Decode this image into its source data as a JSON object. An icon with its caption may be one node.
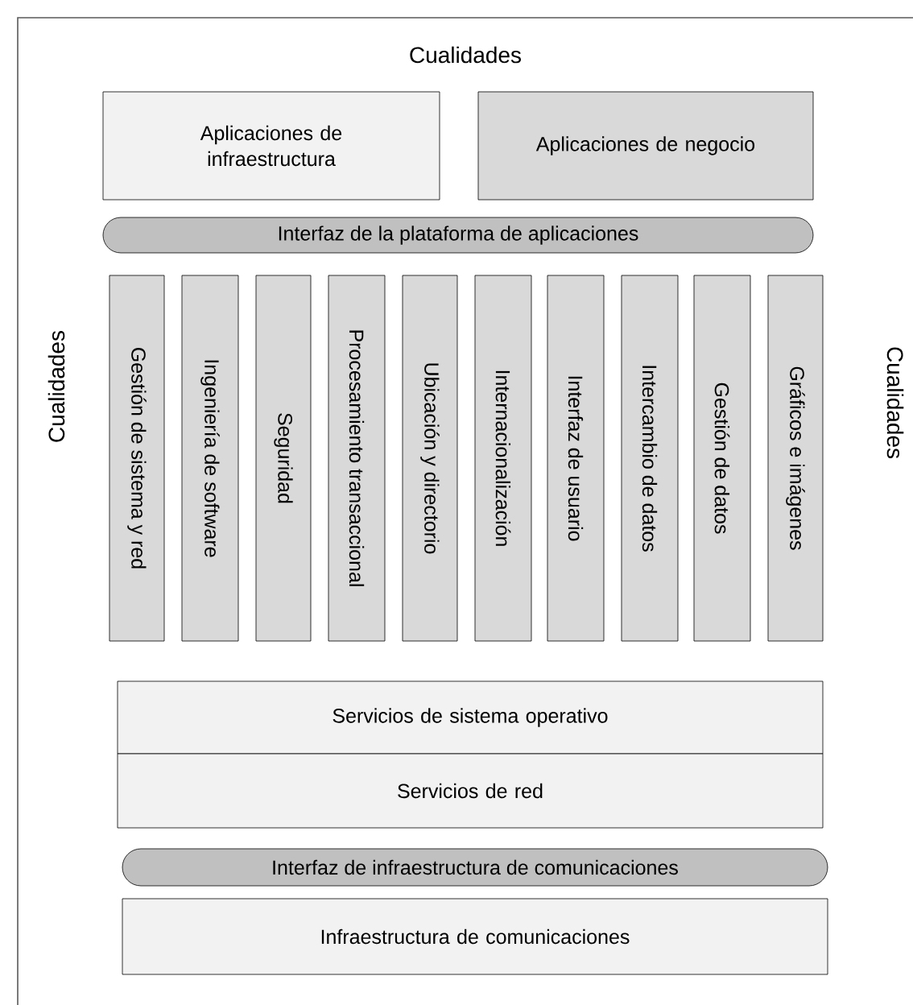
{
  "diagram": {
    "nodes": [
      {
        "text": [
          "Aplicaciones de infraestructura"
        ]
      },
      {
        "text": [
          "Aplicaciones de negocio"
        ]
      },
      {
        "text": [
          "Interfaz de la plataforma de aplicaciones"
        ]
      },
      {
        "text": [
          "Gestión de sistema y red"
        ]
      },
      {
        "text": [
          "Ingeniería de software"
        ]
      },
      {
        "text": [
          "Seguridad"
        ]
      },
      {
        "text": [
          "Procesamiento transaccional"
        ]
      },
      {
        "text": [
          "Ubicación y directorio"
        ]
      },
      {
        "text": [
          "Internacionalización"
        ]
      },
      {
        "text": [
          "Interfaz de usuario"
        ]
      },
      {
        "text": [
          "Intercambio de datos"
        ]
      },
      {
        "text": [
          "Gestión de datos"
        ]
      },
      {
        "text": [
          "Gráficos e imágenes"
        ]
      },
      {
        "text": [
          "Servicios de sistema operativo"
        ]
      },
      {
        "text": [
          "Servicios de red"
        ]
      },
      {
        "text": [
          "Interfaz de infraestructura de comunicaciones"
        ]
      },
      {
        "text": [
          "Infraestructura de comunicaciones"
        ]
      }
    ],
    "labels": [
      "Cualidades",
      "Cualidades",
      "Cualidades"
    ]
  }
}
